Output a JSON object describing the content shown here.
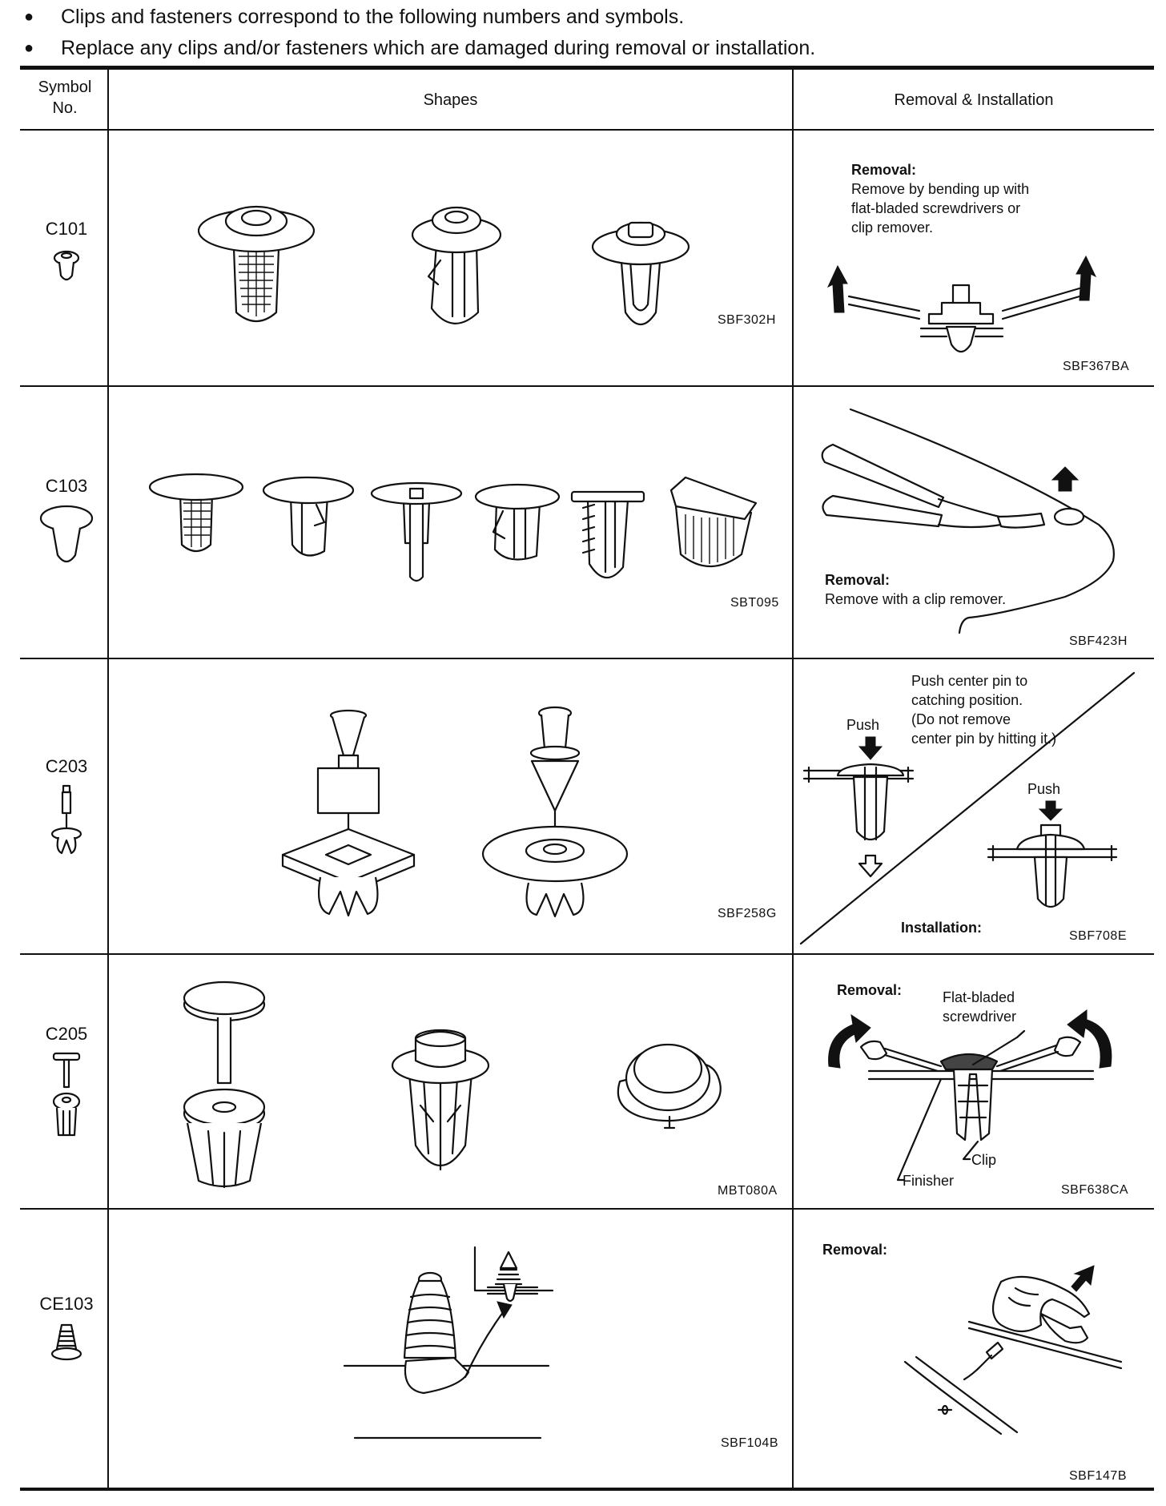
{
  "intro": [
    "Clips and fasteners correspond to the following numbers and symbols.",
    "Replace any clips and/or fasteners which are damaged during removal or installation."
  ],
  "columns": {
    "symbol_line1": "Symbol",
    "symbol_line2": "No.",
    "shapes": "Shapes",
    "removal": "Removal & Installation"
  },
  "rows": [
    {
      "symbol": "C101",
      "shapes_code": "SBF302H",
      "removal_code": "SBF367BA",
      "removal_heading": "Removal:",
      "removal_lines": [
        "Remove by bending up with",
        "flat-bladed screwdrivers or",
        "clip remover."
      ]
    },
    {
      "symbol": "C103",
      "shapes_code": "SBT095",
      "removal_code": "SBF423H",
      "removal_heading": "Removal:",
      "removal_lines": [
        "Remove with a clip remover."
      ]
    },
    {
      "symbol": "C203",
      "shapes_code": "SBF258G",
      "removal_code": "SBF708E",
      "push_left": "Push",
      "push_right": "Push",
      "note_lines": [
        "Push center pin to",
        "catching position.",
        "(Do not remove",
        "center pin by hitting it.)"
      ],
      "install_label": "Installation:"
    },
    {
      "symbol": "C205",
      "shapes_code": "MBT080A",
      "removal_code": "SBF638CA",
      "removal_heading": "Removal:",
      "tool_lines": [
        "Flat-bladed",
        "screwdriver"
      ],
      "clip_label": "Clip",
      "finisher_label": "Finisher"
    },
    {
      "symbol": "CE103",
      "shapes_code": "SBF104B",
      "removal_code": "SBF147B",
      "removal_heading": "Removal:"
    }
  ]
}
